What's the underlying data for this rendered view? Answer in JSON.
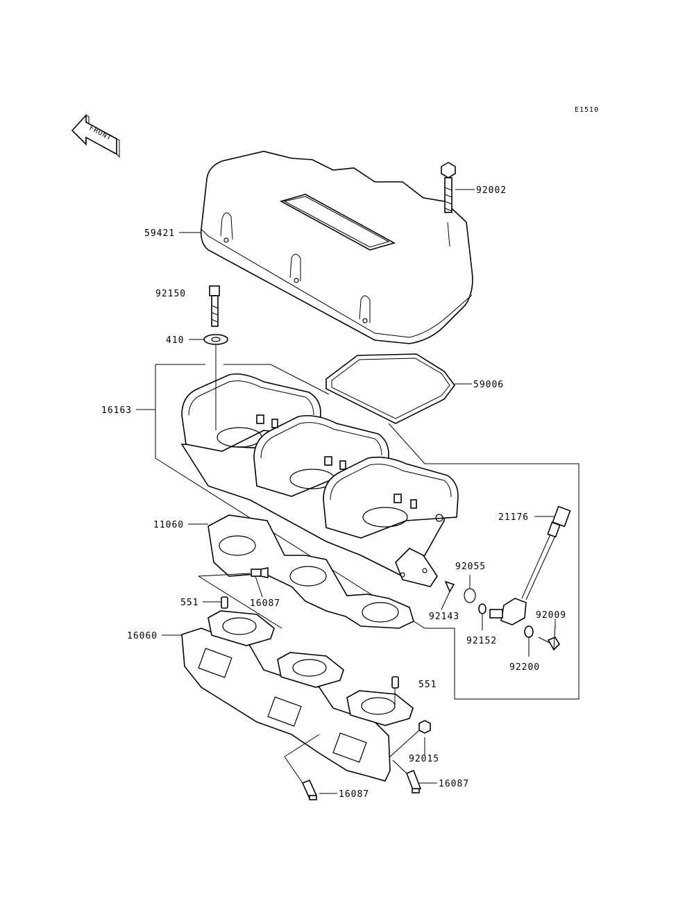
{
  "diagram_code": "E1510",
  "front_label": "FRONT",
  "parts": {
    "p92002": "92002",
    "p59421": "59421",
    "p92150": "92150",
    "p410": "410",
    "p59006": "59006",
    "p16163": "16163",
    "p21176": "21176",
    "p11060": "11060",
    "p92055": "92055",
    "p16087_a": "16087",
    "p92143": "92143",
    "p551_a": "551",
    "p92009": "92009",
    "p92152": "92152",
    "p16060": "16060",
    "p92200": "92200",
    "p551_b": "551",
    "p92015": "92015",
    "p16087_b": "16087",
    "p16087_c": "16087"
  }
}
